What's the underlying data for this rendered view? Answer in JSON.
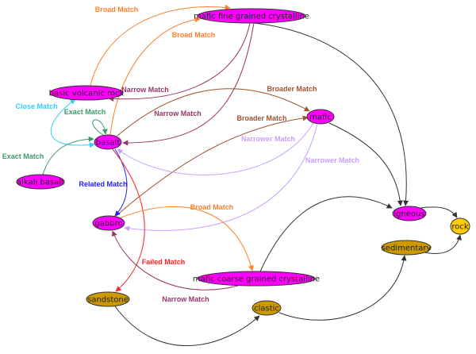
{
  "nodes": [
    {
      "id": "mafic_fine",
      "label": "mafic fine grained crystalline",
      "color": "#ff00ff"
    },
    {
      "id": "basic_volcanic",
      "label": "basic volcanic rock",
      "color": "#ff00ff"
    },
    {
      "id": "basalt",
      "label": "basalt",
      "color": "#ff00ff"
    },
    {
      "id": "alkali_basalt",
      "label": "alkali basalt",
      "color": "#ff00ff"
    },
    {
      "id": "mafic",
      "label": "mafic",
      "color": "#ff00ff"
    },
    {
      "id": "gabbro",
      "label": "gabbro",
      "color": "#ff00ff"
    },
    {
      "id": "igneous",
      "label": "igneous",
      "color": "#ff00ff"
    },
    {
      "id": "rock",
      "label": "rock",
      "color": "#ffcc00"
    },
    {
      "id": "sedimentary",
      "label": "sedimentary",
      "color": "#cc9900"
    },
    {
      "id": "mafic_coarse",
      "label": "mafic coarse grained crystalline",
      "color": "#ff00ff"
    },
    {
      "id": "sandstone",
      "label": "sandstone",
      "color": "#cc9900"
    },
    {
      "id": "clastic",
      "label": "clastic",
      "color": "#cc9900"
    }
  ],
  "edges": [
    {
      "from": "basic_volcanic",
      "to": "mafic_fine",
      "label": "Broad Match",
      "color": "#ff7f2a"
    },
    {
      "from": "basalt",
      "to": "mafic_fine",
      "label": "Broad Match",
      "color": "#ff7f2a"
    },
    {
      "from": "mafic_fine",
      "to": "basic_volcanic",
      "label": "Narrow Match",
      "color": "#993366"
    },
    {
      "from": "mafic_fine",
      "to": "basalt",
      "label": "Narrow Match",
      "color": "#993366"
    },
    {
      "from": "mafic_fine",
      "to": "igneous",
      "label": "",
      "color": "#333333"
    },
    {
      "from": "basalt",
      "to": "mafic",
      "label": "Broader Match",
      "color": "#a0522d"
    },
    {
      "from": "gabbro",
      "to": "mafic",
      "label": "Broader Match",
      "color": "#a0522d"
    },
    {
      "from": "mafic",
      "to": "basalt",
      "label": "Narrower Match",
      "color": "#c8a0ff"
    },
    {
      "from": "mafic",
      "to": "gabbro",
      "label": "Narrower Match",
      "color": "#c8a0ff"
    },
    {
      "from": "mafic",
      "to": "igneous",
      "label": "",
      "color": "#333333"
    },
    {
      "from": "basalt",
      "to": "basic_volcanic",
      "label": "Close Match",
      "color": "#33ccff"
    },
    {
      "from": "basalt",
      "to": "basalt",
      "label": "Exact Match",
      "color": "#3c9a6a"
    },
    {
      "from": "alkali_basalt",
      "to": "basalt",
      "label": "Exact Match",
      "color": "#3c9a6a"
    },
    {
      "from": "basalt",
      "to": "gabbro",
      "label": "Related Match",
      "color": "#2222ff"
    },
    {
      "from": "basalt",
      "to": "sandstone",
      "label": "Failed Match",
      "color": "#ff2222"
    },
    {
      "from": "gabbro",
      "to": "mafic_coarse",
      "label": "Broad Match",
      "color": "#ff7f2a"
    },
    {
      "from": "mafic_coarse",
      "to": "gabbro",
      "label": "Narrow Match",
      "color": "#993366"
    },
    {
      "from": "mafic_coarse",
      "to": "igneous",
      "label": "",
      "color": "#333333"
    },
    {
      "from": "igneous",
      "to": "rock",
      "label": "",
      "color": "#333333"
    },
    {
      "from": "sedimentary",
      "to": "rock",
      "label": "",
      "color": "#333333"
    },
    {
      "from": "sandstone",
      "to": "clastic",
      "label": "",
      "color": "#333333"
    },
    {
      "from": "clastic",
      "to": "sedimentary",
      "label": "",
      "color": "#333333"
    }
  ]
}
